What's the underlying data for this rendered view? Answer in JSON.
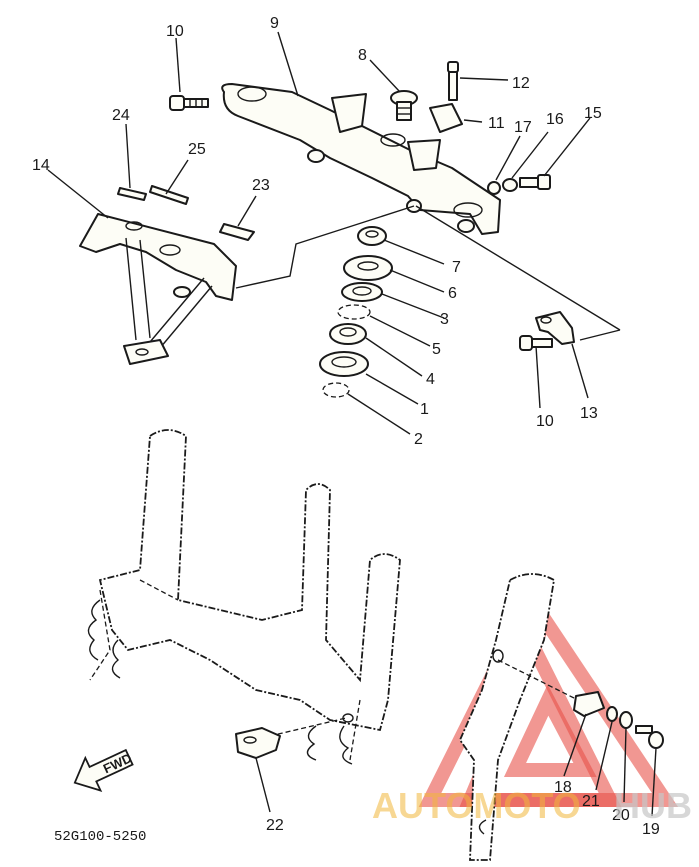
{
  "diagram": {
    "callouts": {
      "p1": "1",
      "p2": "2",
      "p3": "3",
      "p4": "4",
      "p5": "5",
      "p6": "6",
      "p7": "7",
      "p8": "8",
      "p9": "9",
      "p10a": "10",
      "p10b": "10",
      "p11": "11",
      "p12": "12",
      "p13": "13",
      "p14": "14",
      "p15": "15",
      "p16": "16",
      "p17": "17",
      "p18": "18",
      "p19": "19",
      "p20": "20",
      "p21": "21",
      "p22": "22",
      "p23": "23",
      "p24": "24",
      "p25": "25"
    },
    "fwd_label": "FWD",
    "drawing_code": "52G100-5250"
  },
  "watermark": {
    "word_part1": "AUTOMOTO",
    "word_part2": "HUB",
    "color_triangle": "#e8524a",
    "color_word1": "#f2b73c",
    "color_word2": "#c7c7c7"
  }
}
